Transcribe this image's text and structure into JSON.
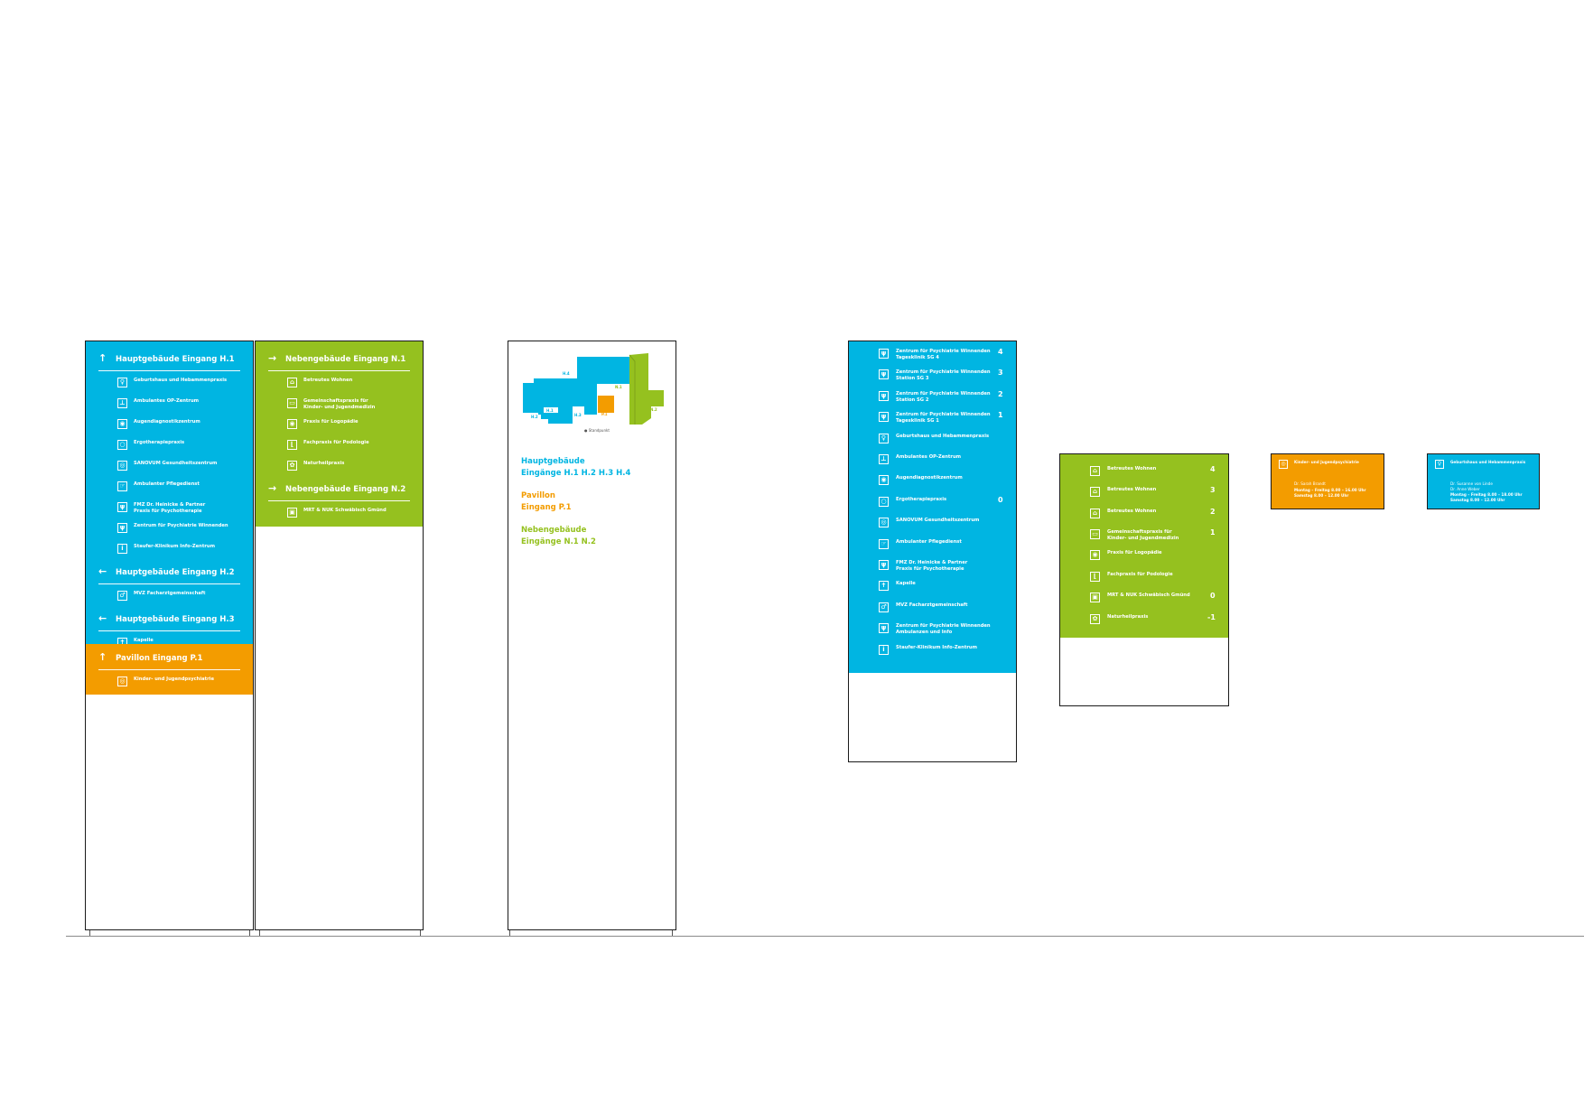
{
  "colors": {
    "blue": "#00b5e2",
    "green": "#95c11f",
    "orange": "#f39c00"
  },
  "stele1": {
    "sections": [
      {
        "arrow": "↑",
        "title": "Hauptgebäude Eingang H.1",
        "items": [
          {
            "icon": "birth-house-icon",
            "glyph": "♀",
            "label": "Geburtshaus und Hebammenpraxis"
          },
          {
            "icon": "surgery-icon",
            "glyph": "⊥",
            "label": "Ambulantes OP-Zentrum"
          },
          {
            "icon": "eye-icon",
            "glyph": "◉",
            "label": "Augendiagnostikzentrum"
          },
          {
            "icon": "therapy-icon",
            "glyph": "○",
            "label": "Ergotherapiepraxis"
          },
          {
            "icon": "health-center-icon",
            "glyph": "◎",
            "label": "SANOVUM Gesundheitszentrum"
          },
          {
            "icon": "care-service-icon",
            "glyph": "☞",
            "label": "Ambulanter Pflegedienst"
          },
          {
            "icon": "psychotherapy-icon",
            "glyph": "ψ",
            "label": "FMZ Dr. Heinicke & Partner\nPraxis für Psychotherapie"
          },
          {
            "icon": "psychiatry-icon",
            "glyph": "ψ",
            "label": "Zentrum für Psychiatrie Winnenden"
          },
          {
            "icon": "info-icon",
            "glyph": "i",
            "label": "Staufer-Klinikum Info-Zentrum"
          }
        ]
      },
      {
        "arrow": "←",
        "title": "Hauptgebäude Eingang H.2",
        "items": [
          {
            "icon": "specialist-icon",
            "glyph": "♂",
            "label": "MVZ Facharztgemeinschaft"
          }
        ]
      },
      {
        "arrow": "←",
        "title": "Hauptgebäude Eingang H.3",
        "items": [
          {
            "icon": "chapel-icon",
            "glyph": "✝",
            "label": "Kapelle"
          }
        ]
      }
    ],
    "orange_section": {
      "arrow": "↑",
      "title": "Pavillon Eingang P.1",
      "items": [
        {
          "icon": "child-psychiatry-icon",
          "glyph": "◎",
          "label": "Kinder- und Jugendpsychiatrie"
        }
      ]
    }
  },
  "stele2": {
    "sections": [
      {
        "arrow": "→",
        "title": "Nebengebäude Eingang N.1",
        "items": [
          {
            "icon": "assisted-living-icon",
            "glyph": "⌂",
            "label": "Betreutes Wohnen"
          },
          {
            "icon": "pediatrics-icon",
            "glyph": "▭",
            "label": "Gemeinschaftspraxis für\nKinder- und Jugendmedizin"
          },
          {
            "icon": "speech-therapy-icon",
            "glyph": "◉",
            "label": "Praxis für Logopädie"
          },
          {
            "icon": "podiatry-icon",
            "glyph": "⌊",
            "label": "Fachpraxis für Podologie"
          },
          {
            "icon": "naturopathy-icon",
            "glyph": "✿",
            "label": "Naturheilpraxis"
          }
        ]
      },
      {
        "arrow": "→",
        "title": "Nebengebäude Eingang N.2",
        "items": [
          {
            "icon": "mri-icon",
            "glyph": "▣",
            "label": "MRT & NUK Schwäbisch Gmünd"
          }
        ]
      }
    ]
  },
  "stele3": {
    "map_labels": {
      "h4": "H.4",
      "h1": "H.1",
      "h2": "H.2",
      "h3": "H.3",
      "p1": "P.1",
      "n1": "N.1",
      "n2": "N.2",
      "here": "● Standpunkt"
    },
    "lines": [
      {
        "text": "Hauptgebäude",
        "color": "blue"
      },
      {
        "text": "Eingänge H.1  H.2  H.3  H.4",
        "color": "blue"
      },
      {
        "text": "Pavillon",
        "color": "orange"
      },
      {
        "text": "Eingang P.1",
        "color": "orange"
      },
      {
        "text": "Nebengebäude",
        "color": "green"
      },
      {
        "text": "Eingänge N.1  N.2",
        "color": "green"
      }
    ]
  },
  "directory_blue": {
    "items": [
      {
        "icon": "psychiatry-icon",
        "glyph": "ψ",
        "label": "Zentrum für Psychiatrie Winnenden\nTagesklinik SG 4",
        "floor": "4"
      },
      {
        "icon": "psychiatry-icon",
        "glyph": "ψ",
        "label": "Zentrum für Psychiatrie Winnenden\nStation SG 3",
        "floor": "3"
      },
      {
        "icon": "psychiatry-icon",
        "glyph": "ψ",
        "label": "Zentrum für Psychiatrie Winnenden\nStation SG 2",
        "floor": "2"
      },
      {
        "icon": "psychiatry-icon",
        "glyph": "ψ",
        "label": "Zentrum für Psychiatrie Winnenden\nTagesklinik SG 1",
        "floor": "1"
      },
      {
        "icon": "birth-house-icon",
        "glyph": "♀",
        "label": "Geburtshaus und Hebammenpraxis",
        "floor": ""
      },
      {
        "icon": "surgery-icon",
        "glyph": "⊥",
        "label": "Ambulantes OP-Zentrum",
        "floor": ""
      },
      {
        "icon": "eye-icon",
        "glyph": "◉",
        "label": "Augendiagnostikzentrum",
        "floor": ""
      },
      {
        "icon": "therapy-icon",
        "glyph": "○",
        "label": "Ergotherapiepraxis",
        "floor": "0"
      },
      {
        "icon": "health-center-icon",
        "glyph": "◎",
        "label": "SANOVUM Gesundheitszentrum",
        "floor": ""
      },
      {
        "icon": "care-service-icon",
        "glyph": "☞",
        "label": "Ambulanter Pflegedienst",
        "floor": ""
      },
      {
        "icon": "psychotherapy-icon",
        "glyph": "ψ",
        "label": "FMZ Dr. Heinicke & Partner\nPraxis für Psychotherapie",
        "floor": ""
      },
      {
        "icon": "chapel-icon",
        "glyph": "✝",
        "label": "Kapelle",
        "floor": ""
      },
      {
        "icon": "specialist-icon",
        "glyph": "♂",
        "label": "MVZ Facharztgemeinschaft",
        "floor": ""
      },
      {
        "icon": "psychiatry-icon",
        "glyph": "ψ",
        "label": "Zentrum für Psychiatrie Winnenden\nAmbulanzen und Info",
        "floor": ""
      },
      {
        "icon": "info-icon",
        "glyph": "i",
        "label": "Staufer-Klinikum Info-Zentrum",
        "floor": ""
      }
    ]
  },
  "directory_green": {
    "items": [
      {
        "icon": "assisted-living-icon",
        "glyph": "⌂",
        "label": "Betreutes Wohnen",
        "floor": "4"
      },
      {
        "icon": "assisted-living-icon",
        "glyph": "⌂",
        "label": "Betreutes Wohnen",
        "floor": "3"
      },
      {
        "icon": "assisted-living-icon",
        "glyph": "⌂",
        "label": "Betreutes Wohnen",
        "floor": "2"
      },
      {
        "icon": "pediatrics-icon",
        "glyph": "▭",
        "label": "Gemeinschaftspraxis für\nKinder- und Jugendmedizin",
        "floor": "1"
      },
      {
        "icon": "speech-therapy-icon",
        "glyph": "◉",
        "label": "Praxis für Logopädie",
        "floor": ""
      },
      {
        "icon": "podiatry-icon",
        "glyph": "⌊",
        "label": "Fachpraxis für Podologie",
        "floor": ""
      },
      {
        "icon": "mri-icon",
        "glyph": "▣",
        "label": "MRT & NUK Schwäbisch Gmünd",
        "floor": "0"
      },
      {
        "icon": "naturopathy-icon",
        "glyph": "✿",
        "label": "Naturheilpraxis",
        "floor": "-1"
      }
    ]
  },
  "door_orange": {
    "glyph": "◎",
    "title": "Kinder- und Jugendpsychiatrie",
    "name": "Dr. Sarah Brandt",
    "hours": "Montag – Freitag 8.00 – 16.00 Uhr\nSamstag 8.00 – 12.00 Uhr"
  },
  "door_blue": {
    "glyph": "♀",
    "title": "Geburtshaus und Hebammenpraxis",
    "name": "Dr. Susanne von Linde\nDr. Anne Weber",
    "hours": "Montag – Freitag 8.00 – 18.00 Uhr\nSamstag 8.00 – 12.00 Uhr"
  }
}
